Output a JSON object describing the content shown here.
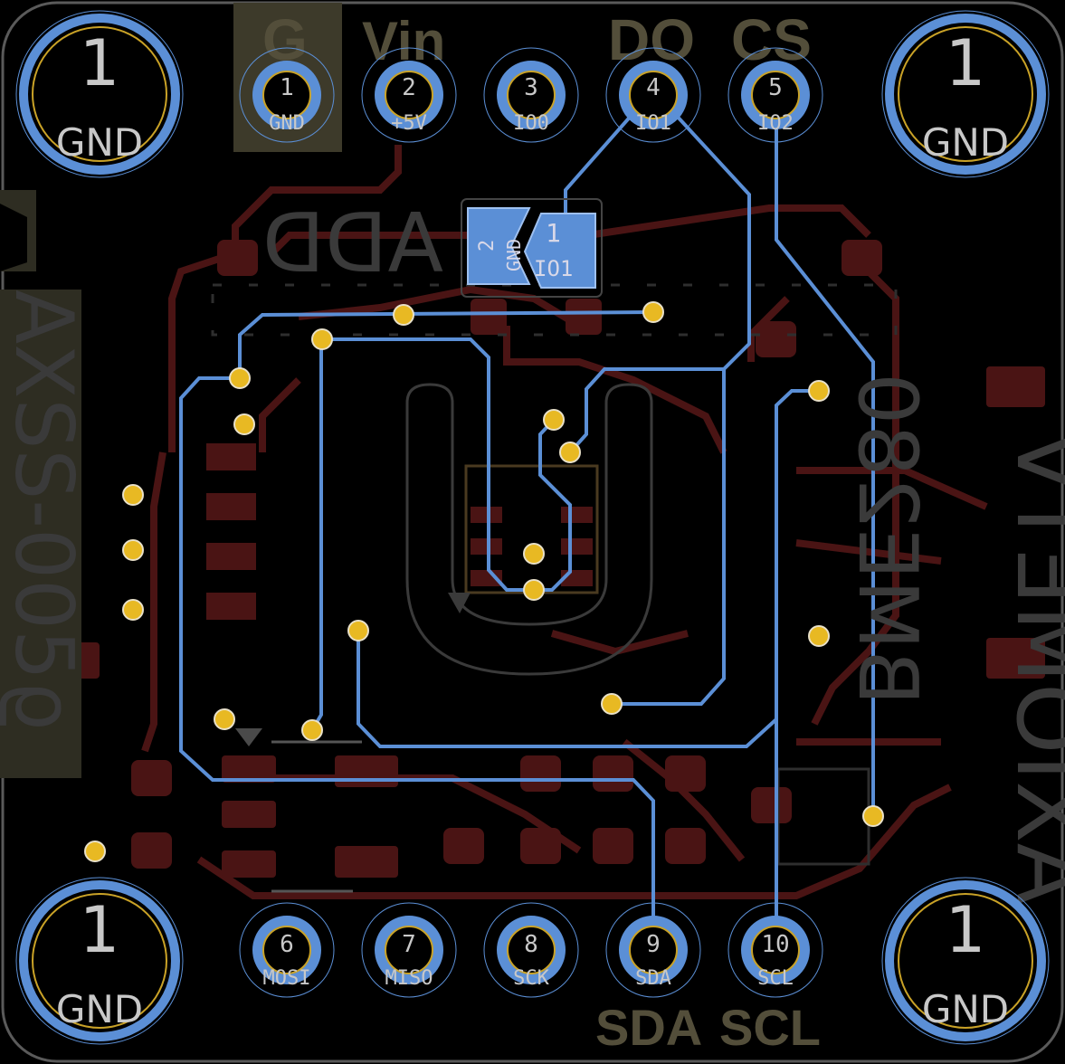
{
  "board": {
    "colors": {
      "background": "#000000",
      "outline": "#5a5a5a",
      "copper_front": "#5b8fd6",
      "copper_back": "#4a1414",
      "pad_gold": "#c9a227",
      "via": "#e8b923",
      "silk_front": "#534e3a",
      "silk_back": "#3a3a3a",
      "fab_text": "#c8c8c8"
    }
  },
  "top_labels": {
    "g": "G",
    "vin": "Vin",
    "do": "DO",
    "cs": "CS"
  },
  "bottom_labels": {
    "sda": "SDA",
    "scl": "SCL"
  },
  "top_pins": [
    {
      "number": "1",
      "name": "GND"
    },
    {
      "number": "2",
      "name": "+5V"
    },
    {
      "number": "3",
      "name": "IO0"
    },
    {
      "number": "4",
      "name": "IO1"
    },
    {
      "number": "5",
      "name": "IO2"
    }
  ],
  "bottom_pins": [
    {
      "number": "6",
      "name": "MOSI"
    },
    {
      "number": "7",
      "name": "MISO"
    },
    {
      "number": "8",
      "name": "SCK"
    },
    {
      "number": "9",
      "name": "SDA"
    },
    {
      "number": "10",
      "name": "SCL"
    }
  ],
  "mounting_holes": [
    {
      "number": "1",
      "name": "GND"
    },
    {
      "number": "1",
      "name": "GND"
    },
    {
      "number": "1",
      "name": "GND"
    },
    {
      "number": "1",
      "name": "GND"
    }
  ],
  "jumper": {
    "pad2_number": "2",
    "pad2_name": "GND",
    "pad1_number": "1",
    "pad1_name": "IO1"
  },
  "back_silkscreen": {
    "add": "ADD",
    "part_number": "AXSS-005ϱ",
    "sensor": "BME280",
    "brand": "AXIOMETV",
    "logo": "M"
  }
}
